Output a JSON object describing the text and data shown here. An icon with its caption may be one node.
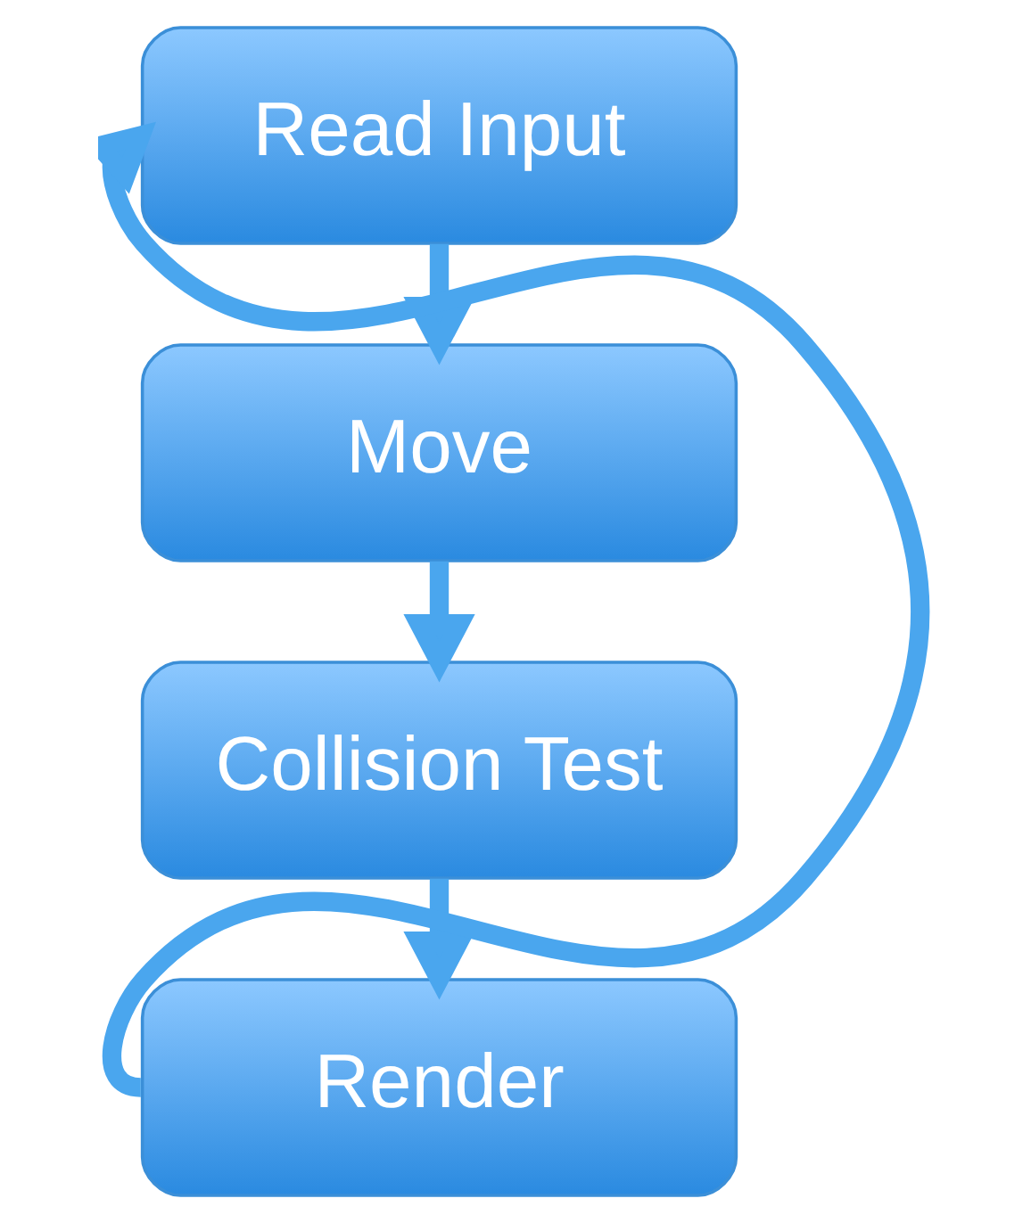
{
  "diagram": {
    "nodes": [
      {
        "text": [
          "Read Input"
        ]
      },
      {
        "text": [
          "Move"
        ]
      },
      {
        "text": [
          "Collision Test"
        ]
      },
      {
        "text": [
          "Render"
        ]
      }
    ],
    "edges": [
      {
        "from": 0,
        "to": 1,
        "arrow": "to"
      },
      {
        "from": 1,
        "to": 2,
        "arrow": "to"
      },
      {
        "from": 2,
        "to": 3,
        "arrow": "to"
      },
      {
        "from": 3,
        "to": 0,
        "arrow": "to"
      }
    ]
  }
}
